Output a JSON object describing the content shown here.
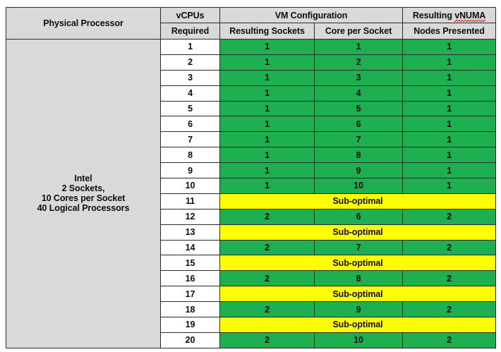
{
  "table": {
    "headers": {
      "physical_processor": "Physical Processor",
      "vcpus_line1": "vCPUs",
      "vcpus_line2": "Required",
      "vm_configuration": "VM Configuration",
      "resulting_sockets": "Resulting Sockets",
      "core_per_socket": "Core per Socket",
      "resulting_vnuma_line1_a": "Resulting ",
      "resulting_vnuma_line1_b": "vNUMA",
      "resulting_vnuma_line2": "Nodes Presented"
    },
    "processor": {
      "line1": "Intel",
      "line2": "2 Sockets,",
      "line3": "10 Cores per Socket",
      "line4": "40 Logical Processors"
    },
    "suboptimal_label": "Sub-optimal",
    "rows": [
      {
        "vcpus": "1",
        "state": "ok",
        "sockets": "1",
        "cores": "1",
        "numa": "1"
      },
      {
        "vcpus": "2",
        "state": "ok",
        "sockets": "1",
        "cores": "2",
        "numa": "1"
      },
      {
        "vcpus": "3",
        "state": "ok",
        "sockets": "1",
        "cores": "3",
        "numa": "1"
      },
      {
        "vcpus": "4",
        "state": "ok",
        "sockets": "1",
        "cores": "4",
        "numa": "1"
      },
      {
        "vcpus": "5",
        "state": "ok",
        "sockets": "1",
        "cores": "5",
        "numa": "1"
      },
      {
        "vcpus": "6",
        "state": "ok",
        "sockets": "1",
        "cores": "6",
        "numa": "1"
      },
      {
        "vcpus": "7",
        "state": "ok",
        "sockets": "1",
        "cores": "7",
        "numa": "1"
      },
      {
        "vcpus": "8",
        "state": "ok",
        "sockets": "1",
        "cores": "8",
        "numa": "1"
      },
      {
        "vcpus": "9",
        "state": "ok",
        "sockets": "1",
        "cores": "9",
        "numa": "1"
      },
      {
        "vcpus": "10",
        "state": "ok",
        "sockets": "1",
        "cores": "10",
        "numa": "1"
      },
      {
        "vcpus": "11",
        "state": "sub",
        "sockets": "",
        "cores": "",
        "numa": ""
      },
      {
        "vcpus": "12",
        "state": "ok",
        "sockets": "2",
        "cores": "6",
        "numa": "2"
      },
      {
        "vcpus": "13",
        "state": "sub",
        "sockets": "",
        "cores": "",
        "numa": ""
      },
      {
        "vcpus": "14",
        "state": "ok",
        "sockets": "2",
        "cores": "7",
        "numa": "2"
      },
      {
        "vcpus": "15",
        "state": "sub",
        "sockets": "",
        "cores": "",
        "numa": ""
      },
      {
        "vcpus": "16",
        "state": "ok",
        "sockets": "2",
        "cores": "8",
        "numa": "2"
      },
      {
        "vcpus": "17",
        "state": "sub",
        "sockets": "",
        "cores": "",
        "numa": ""
      },
      {
        "vcpus": "18",
        "state": "ok",
        "sockets": "2",
        "cores": "9",
        "numa": "2"
      },
      {
        "vcpus": "19",
        "state": "sub",
        "sockets": "",
        "cores": "",
        "numa": ""
      },
      {
        "vcpus": "20",
        "state": "ok",
        "sockets": "2",
        "cores": "10",
        "numa": "2"
      }
    ],
    "colors": {
      "optimal": "#1DAF50",
      "suboptimal": "#FFFF00",
      "header": "#D9D9D9",
      "grid": "#2B2B2B",
      "spellcheck": "#E8241F"
    }
  }
}
